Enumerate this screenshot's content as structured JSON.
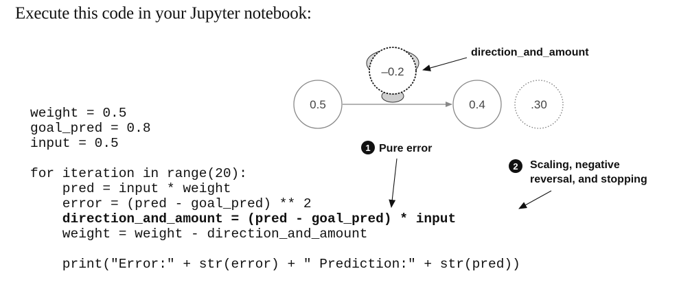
{
  "heading": "Execute this code in your Jupyter notebook:",
  "code": {
    "line1": "weight = 0.5",
    "line2": "goal_pred = 0.8",
    "line3": "input = 0.5",
    "line4": "for iteration in range(20):",
    "line5": "    pred = input * weight",
    "line6": "    error = (pred - goal_pred) ** 2",
    "line7": "    direction_and_amount = (pred - goal_pred) * input",
    "line8": "    weight = weight - direction_and_amount",
    "line9": "    print(\"Error:\" + str(error) + \" Prediction:\" + str(pred))"
  },
  "diagram": {
    "input_node": "0.5",
    "weight_node": "–0.2",
    "output_node": "0.4",
    "goal_node": ".30",
    "weight_label": "direction_and_amount"
  },
  "callouts": {
    "one": {
      "number": "1",
      "label": "Pure error"
    },
    "two": {
      "number": "2",
      "label_line1": "Scaling, negative",
      "label_line2": "reversal, and stopping"
    }
  },
  "colors": {
    "ink": "#111111",
    "node_stroke": "#888888",
    "badge": "#111111"
  }
}
